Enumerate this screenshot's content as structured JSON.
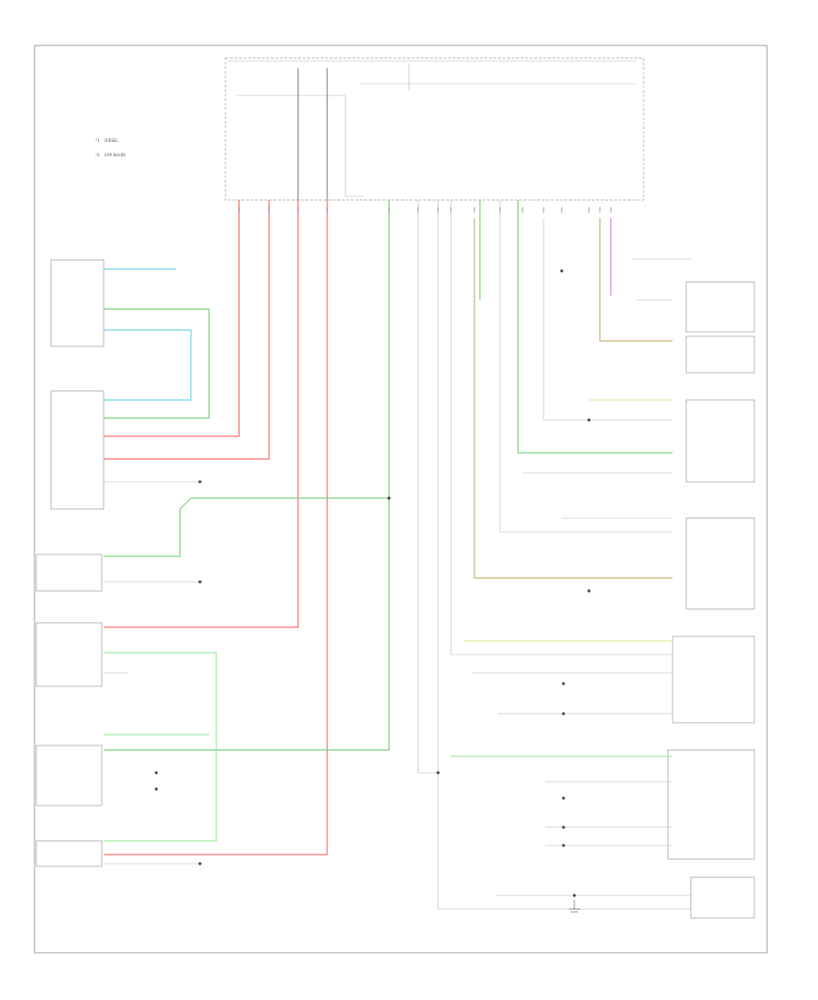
{
  "diagram": {
    "legend": [
      {
        "symbol": "*1",
        "text": "DIESEL"
      },
      {
        "symbol": "*2",
        "text": "EXP BULBS"
      }
    ],
    "footer_left": "",
    "footer_center": "",
    "wire_colors": {
      "red": "#ff6f6f",
      "green": "#7fd07f",
      "light_green": "#a5e6a5",
      "cyan": "#77d8e6",
      "tan": "#c9b27d",
      "yellow": "#e8ec9a",
      "purple": "#c98be0",
      "black": "#444444",
      "gray": "#bbbbbb"
    }
  }
}
